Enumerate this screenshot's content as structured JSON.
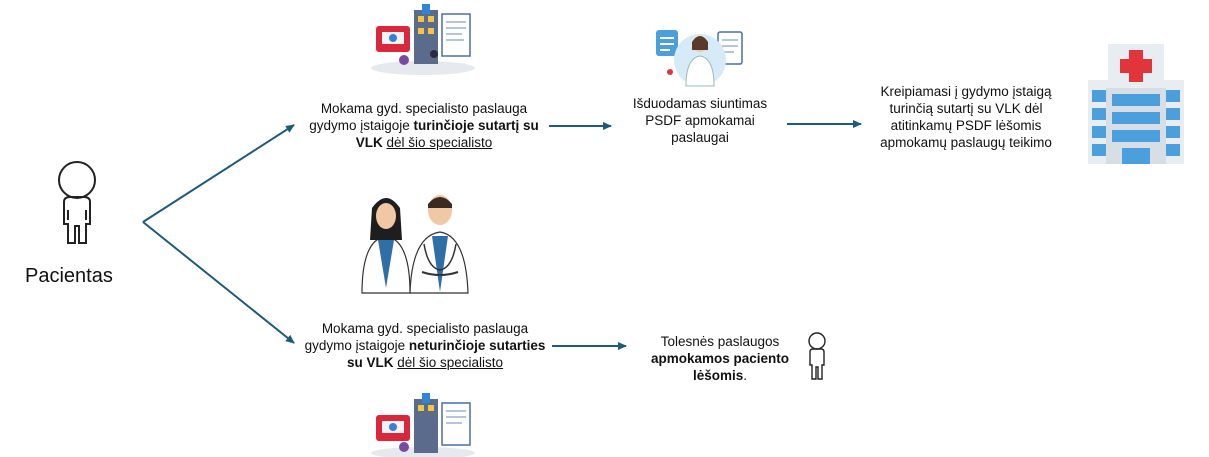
{
  "patient": {
    "label": "Pacientas"
  },
  "branch_top": {
    "box1": {
      "pre": "Mokama gyd. specialisto paslauga gydymo įstaigoje ",
      "bold": "turinčioje sutartį su VLK",
      "space": " ",
      "underline": "dėl šio specialisto"
    },
    "box2": {
      "text": "Išduodamas siuntimas PSDF apmokamai paslaugai"
    },
    "box3": {
      "text": "Kreipiamasi į gydymo įstaigą turinčią sutartį su VLK dėl atitinkamų PSDF lėšomis apmokamų paslaugų teikimo"
    }
  },
  "branch_bottom": {
    "box1": {
      "pre": "Mokama gyd. specialisto paslauga gydymo įstaigoje ",
      "bold": "neturinčioje sutarties su VLK",
      "space": " ",
      "underline": "dėl šio specialisto"
    },
    "box2": {
      "pre": "Tolesnės paslaugos ",
      "bold": "apmokamos paciento lėšomis",
      "post": "."
    }
  },
  "colors": {
    "arrow": "#1f5a7a",
    "hospital_blue": "#4a9fdc",
    "hospital_light": "#e8edf2",
    "cross_red": "#e2343b"
  },
  "icons": [
    "person-outline-icon",
    "clinic-illustration-icon",
    "doctor-illustration-icon",
    "doctors-pair-illustration-icon",
    "hospital-building-icon",
    "small-person-outline-icon"
  ]
}
